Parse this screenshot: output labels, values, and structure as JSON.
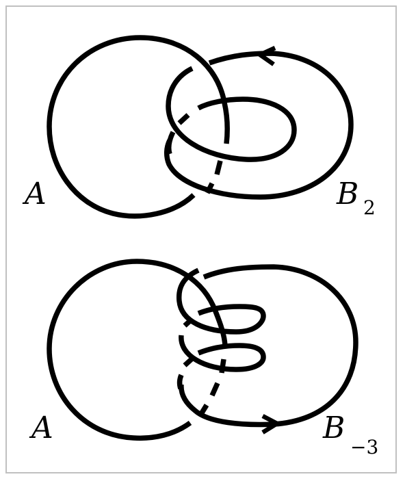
{
  "figure": {
    "top_diagram": {
      "label_A": "A",
      "label_B": "B",
      "label_B_subscript": "2"
    },
    "bottom_diagram": {
      "label_A": "A",
      "label_B": "B",
      "label_B_subscript": "−3"
    }
  }
}
